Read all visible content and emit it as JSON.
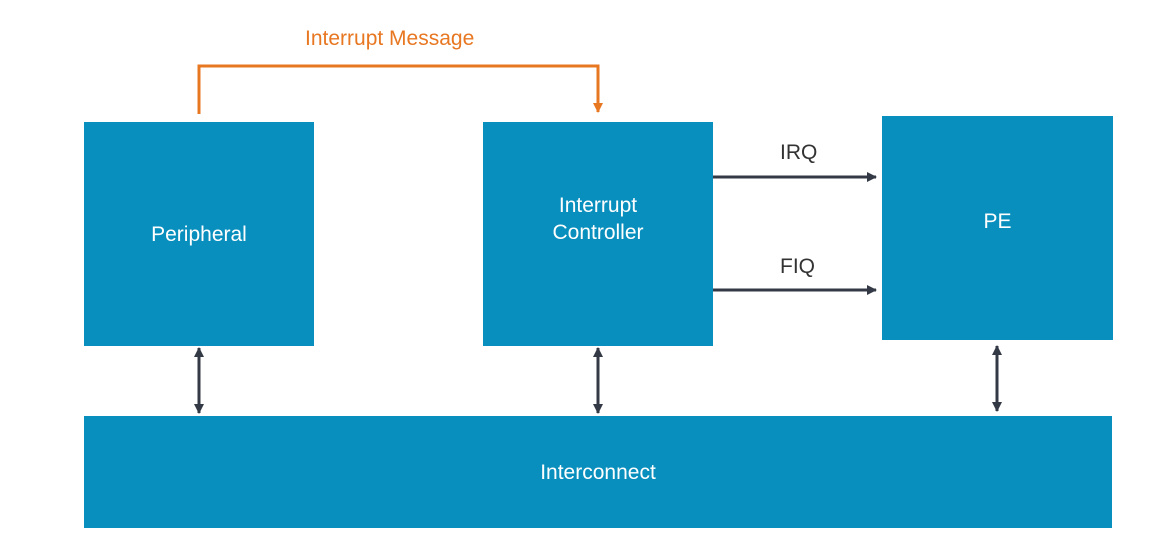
{
  "blocks": {
    "peripheral": "Peripheral",
    "interrupt_controller": "Interrupt\nController",
    "pe": "PE",
    "interconnect": "Interconnect"
  },
  "signals": {
    "interrupt_message": "Interrupt Message",
    "irq": "IRQ",
    "fiq": "FIQ"
  },
  "colors": {
    "block_fill": "#088fbd",
    "block_text": "#ffffff",
    "message_path": "#e87722",
    "connector": "#333a45"
  }
}
